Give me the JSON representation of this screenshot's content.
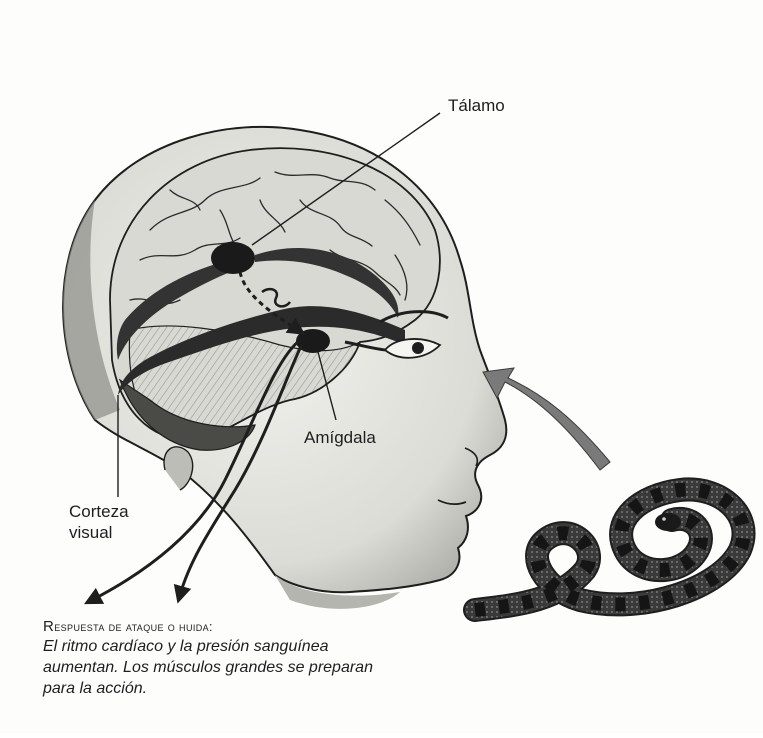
{
  "labels": {
    "thalamus": "Tálamo",
    "amygdala": "Amígdala",
    "visual_cortex_line1": "Corteza",
    "visual_cortex_line2": "visual"
  },
  "caption": {
    "title": "Respuesta de ataque o huida:",
    "body_lines": [
      "El ritmo cardíaco y la presión sanguínea",
      "aumentan. Los músculos grandes se preparan",
      "para la acción."
    ]
  },
  "colors": {
    "ink": "#1e1e1e",
    "shade": "#7a7a7a",
    "light_shade": "#c9c9c4",
    "paper": "#fdfdfb"
  }
}
